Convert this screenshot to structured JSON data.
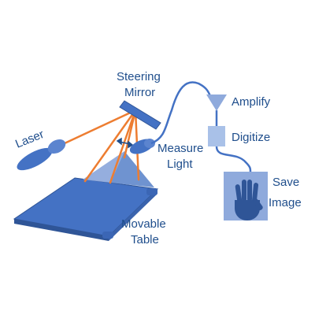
{
  "diagram": {
    "labels": {
      "steering_mirror_line1": "Steering",
      "steering_mirror_line2": "Mirror",
      "laser": "Laser",
      "measure_light_line1": "Measure",
      "measure_light_line2": "Light",
      "movable_table_line1": "Movable",
      "movable_table_line2": "Table",
      "amplify": "Amplify",
      "digitize": "Digitize",
      "save_image_line1": "Save",
      "save_image_line2": "Image"
    },
    "colors": {
      "component_blue": "#4472c4",
      "component_light": "#8faadc",
      "beam_orange": "#ed7d31",
      "wire_blue": "#4472c4",
      "label_text": "#1f4e8c"
    },
    "icons": {
      "save_image": "hand-icon"
    }
  }
}
